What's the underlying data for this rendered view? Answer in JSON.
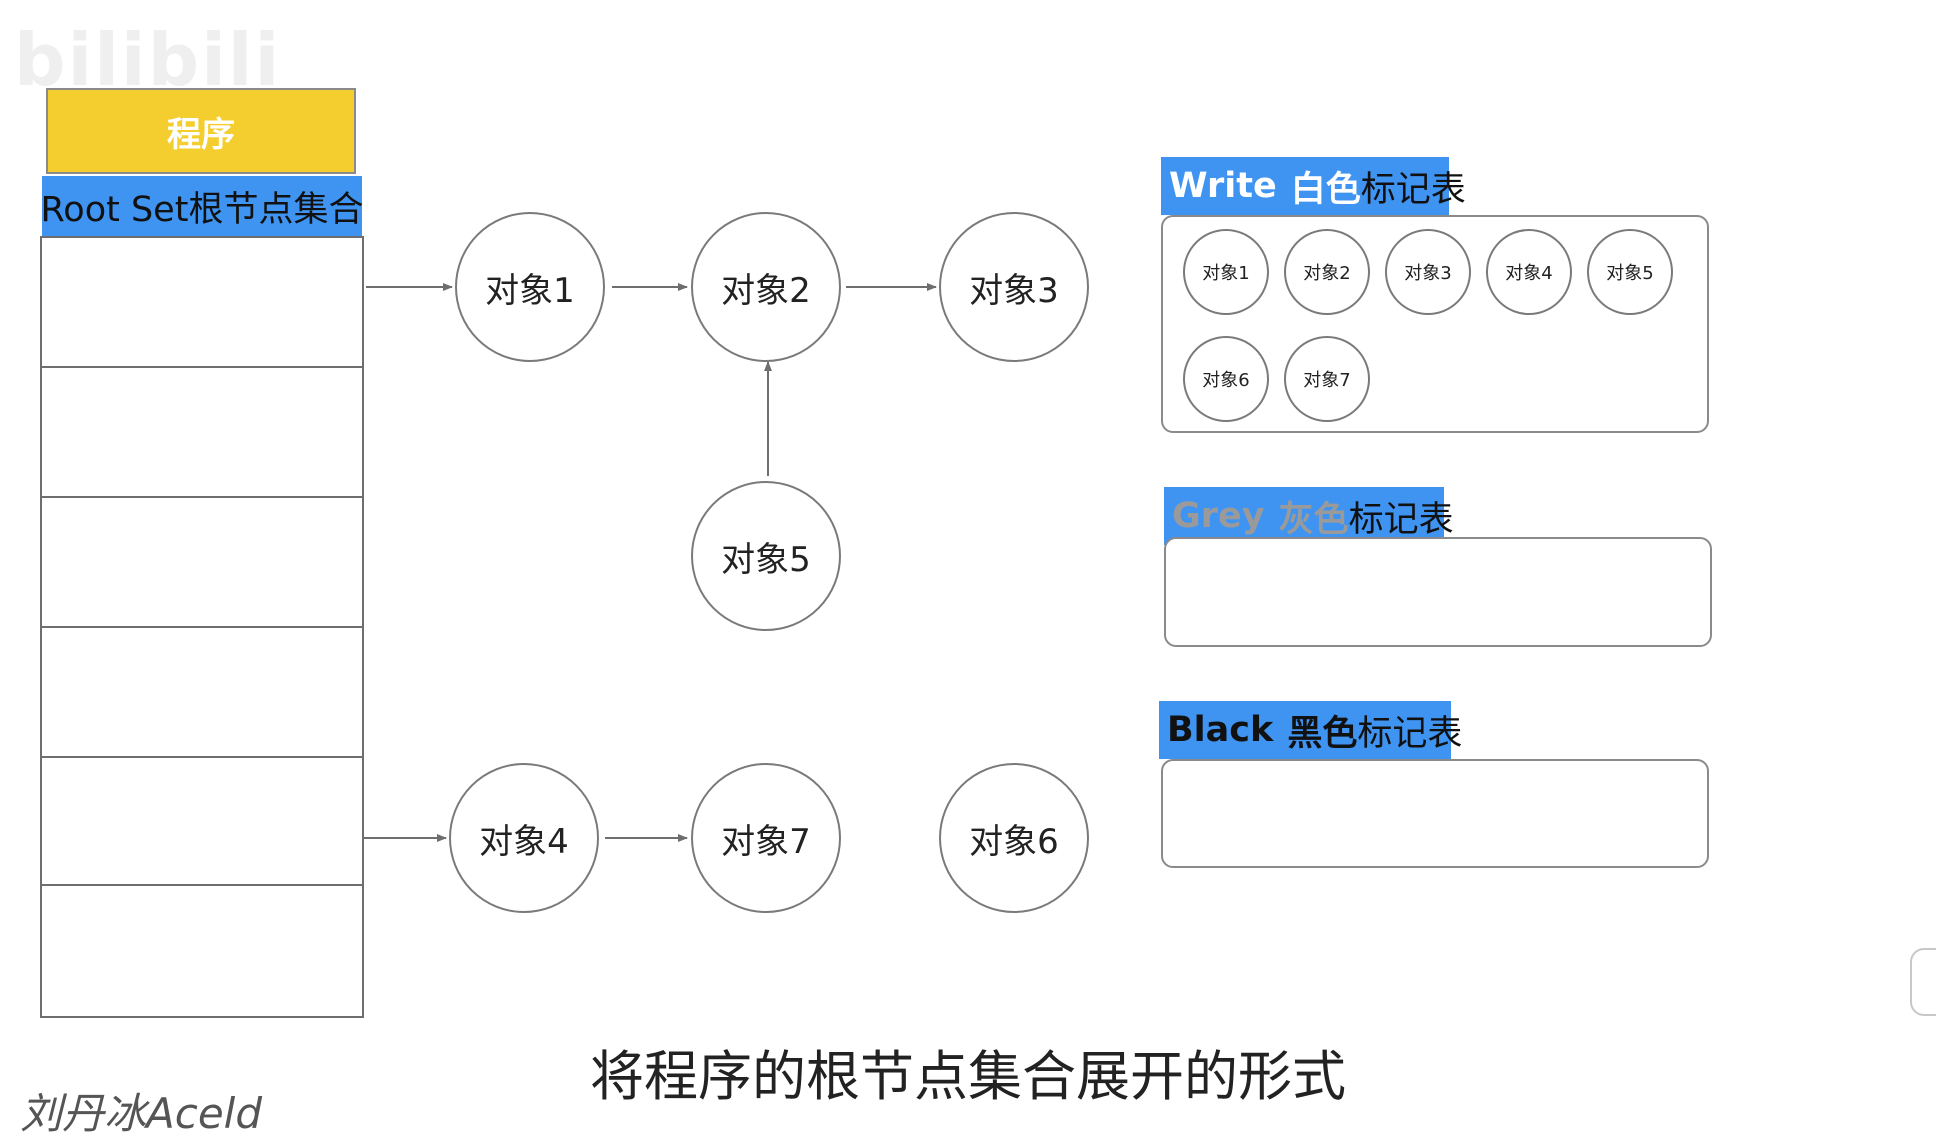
{
  "watermark": "bilibili",
  "program_label": "程序",
  "root_set_label": "Root Set根节点集合",
  "nodes": {
    "obj1": "对象1",
    "obj2": "对象2",
    "obj3": "对象3",
    "obj4": "对象4",
    "obj5": "对象5",
    "obj6": "对象6",
    "obj7": "对象7"
  },
  "white_table": {
    "title_en": "Write",
    "title_color_word": "白色",
    "title_suffix": "标记表",
    "items": [
      "对象1",
      "对象2",
      "对象3",
      "对象4",
      "对象5",
      "对象6",
      "对象7"
    ]
  },
  "grey_table": {
    "title_en": "Grey",
    "title_color_word": "灰色",
    "title_suffix": "标记表",
    "items": []
  },
  "black_table": {
    "title_en": "Black",
    "title_color_word": "黑色",
    "title_suffix": "标记表",
    "items": []
  },
  "caption": "将程序的根节点集合展开的形式",
  "signature": "刘丹冰Aceld",
  "colors": {
    "program_fill": "#f4cd2e",
    "tag_blue": "#3f94f2",
    "grey_text": "#9a9a9a",
    "white_text": "#ffffff",
    "black_text": "#111111"
  }
}
